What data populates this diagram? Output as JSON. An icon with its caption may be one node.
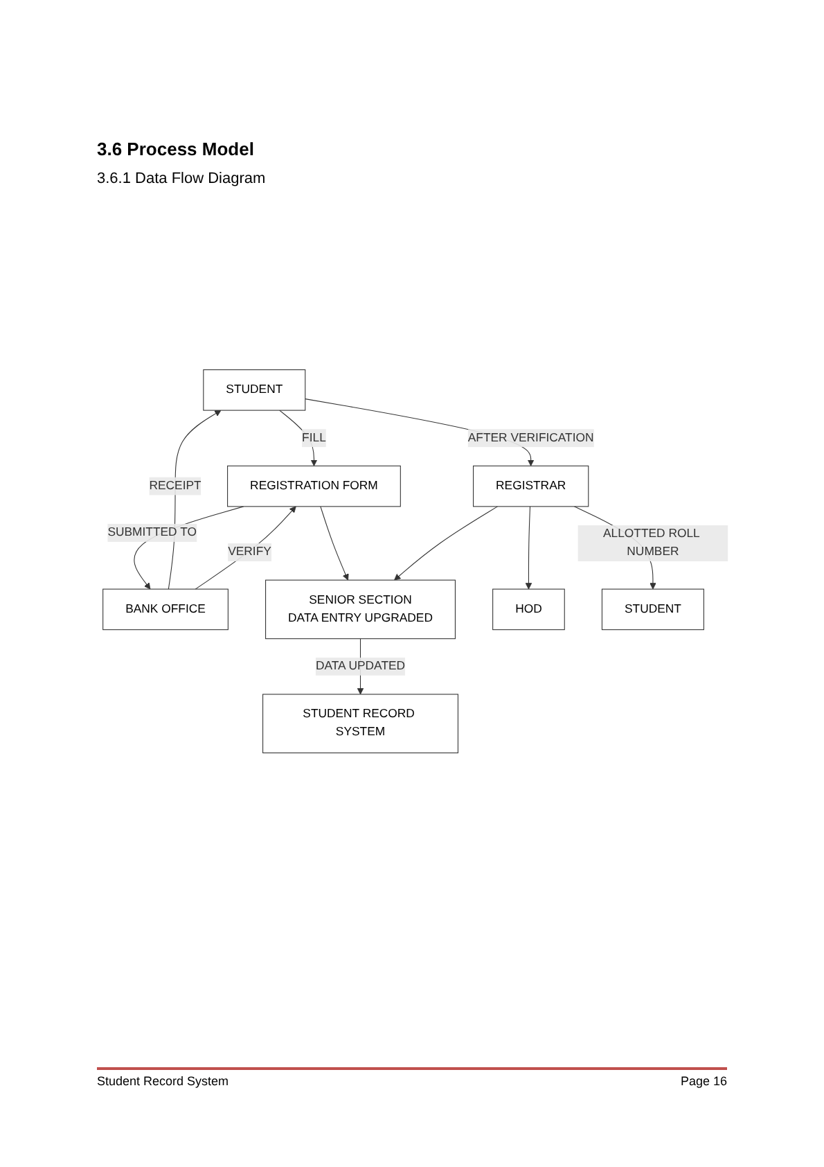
{
  "diagram": {
    "title": "3.6 Process Model",
    "nodes": [
      {
        "text": [
          "STUDENT"
        ]
      },
      {
        "text": [
          "REGISTRATION FORM"
        ]
      },
      {
        "text": [
          "BANK OFFICE"
        ]
      },
      {
        "text": [
          "SENIOR SECTION",
          "DATA ENTRY UPGRADED"
        ]
      },
      {
        "text": [
          "REGISTRAR"
        ]
      },
      {
        "text": [
          "STUDENT RECORD SYSTEM"
        ]
      },
      {
        "text": [
          "HOD"
        ]
      },
      {
        "text": [
          "STUDENT"
        ]
      }
    ],
    "edges": [
      {
        "from": 0,
        "to": 1,
        "arrow": "to",
        "label": "FILL"
      },
      {
        "from": 2,
        "to": 0,
        "arrow": "to",
        "label": "RECEIPT"
      },
      {
        "from": 2,
        "to": 1,
        "arrow": "to",
        "label": "VERIFY"
      },
      {
        "from": 1,
        "to": 2,
        "arrow": "to",
        "label": "SUBMITTED TO"
      },
      {
        "from": 1,
        "to": 3,
        "arrow": "to"
      },
      {
        "from": 0,
        "to": 4,
        "arrow": "to",
        "label": "AFTER VERIFICATION"
      },
      {
        "from": 4,
        "to": 3,
        "arrow": "to"
      },
      {
        "from": 3,
        "to": 5,
        "arrow": "to",
        "label": "DATA UPDATED"
      },
      {
        "from": 4,
        "to": 6,
        "arrow": "to"
      },
      {
        "from": 4,
        "to": 7,
        "arrow": "to",
        "label": "ALLOTTED ROLL NUMBER"
      }
    ],
    "labels": [
      "3.6.1 Data Flow Diagram",
      "Student Record System",
      "Page 16"
    ]
  }
}
